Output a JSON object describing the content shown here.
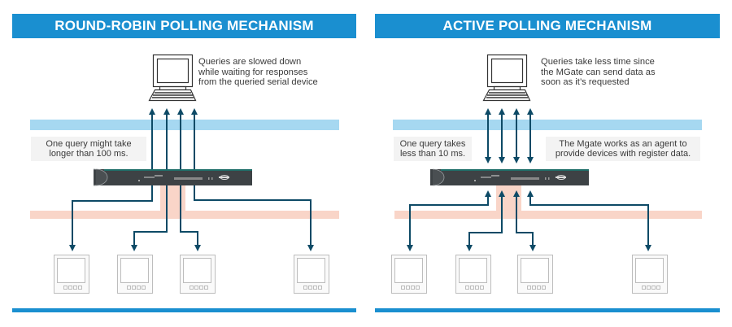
{
  "colors": {
    "title_bar": "#1a8fd0",
    "upstream_band": "#a6d8f1",
    "downstream_band": "#f9d5c8",
    "arrow": "#0d4a66",
    "gateway_body": "#3d4245",
    "gateway_stripe": "#1f6f6a",
    "device_outline": "#bdbdbd",
    "note_bg": "#f3f3f3"
  },
  "panels": [
    {
      "id": "round-robin",
      "title": "ROUND-ROBIN POLLING MECHANISM",
      "computer_caption": [
        "Queries are slowed down",
        "while waiting for responses",
        "from the queried serial device"
      ],
      "notes": [
        {
          "lines": [
            "One query might take",
            "longer than 100 ms."
          ]
        }
      ],
      "upstream_arrows": "one-way-up",
      "downstream_arrows": "gateway-to-devices",
      "device_count": 4
    },
    {
      "id": "active",
      "title": "ACTIVE POLLING MECHANISM",
      "computer_caption": [
        "Queries take less time since",
        "the MGate can send data as",
        "soon as it’s requested"
      ],
      "notes": [
        {
          "lines": [
            "One query takes",
            "less than 10 ms."
          ]
        },
        {
          "lines": [
            "The Mgate works as an agent to",
            "provide devices with register data."
          ]
        }
      ],
      "upstream_arrows": "two-way",
      "downstream_arrows": "two-way",
      "device_count": 4
    }
  ],
  "icons": {
    "computer": "computer-icon",
    "gateway": "mgate-gateway-icon",
    "device": "serial-device-icon"
  }
}
